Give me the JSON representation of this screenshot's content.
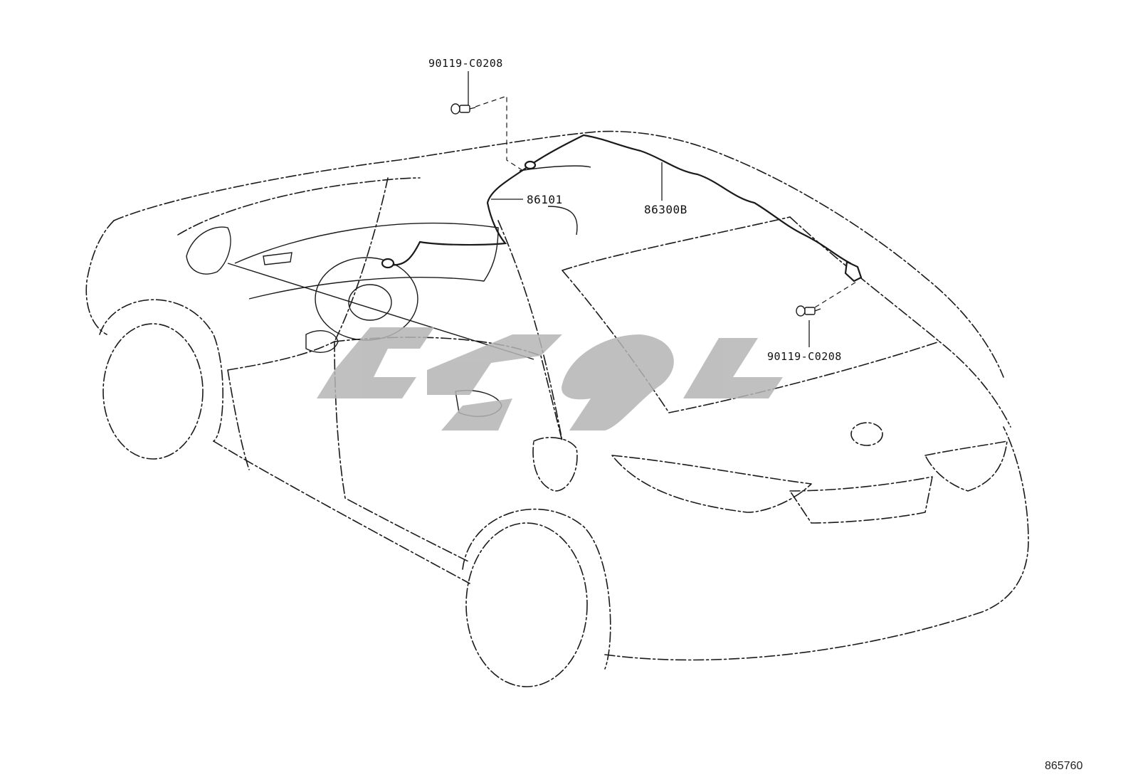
{
  "diagram": {
    "callouts": {
      "bolt_top": "90119-C0208",
      "part_86101": "86101",
      "part_86300b": "86300B",
      "bolt_rear": "90119-C0208"
    },
    "reference_number": "865760",
    "colors": {
      "line": "#1a1a1a",
      "watermark": "#b5b5b5",
      "background": "#ffffff"
    }
  }
}
